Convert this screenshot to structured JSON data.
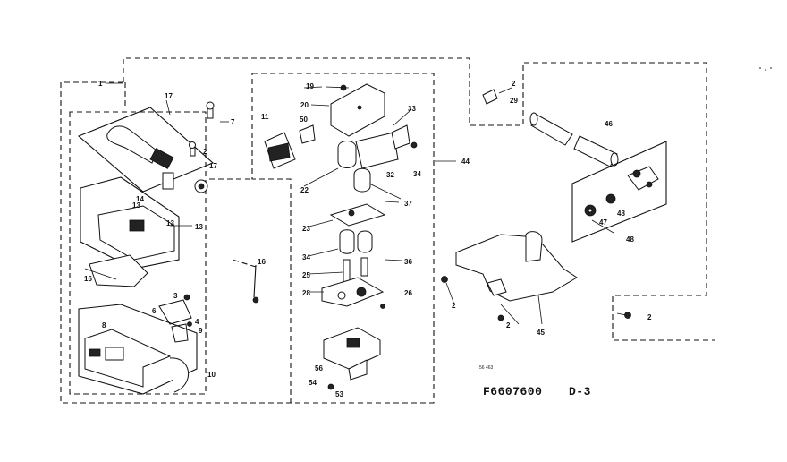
{
  "diagram": {
    "drawing_code": "F6607600",
    "sheet": "D-3",
    "small_note": "56 463",
    "callouts": [
      "1",
      "17",
      "7",
      "17",
      "11",
      "50",
      "19",
      "20",
      "33",
      "2",
      "29",
      "44",
      "46",
      "45",
      "47",
      "48",
      "48",
      "2",
      "13",
      "13",
      "13",
      "14",
      "16",
      "16",
      "3",
      "4",
      "6",
      "9",
      "8",
      "10",
      "22",
      "32",
      "34",
      "37",
      "23",
      "34",
      "25",
      "36",
      "2",
      "28",
      "26",
      "56",
      "53",
      "54",
      "2",
      "2"
    ]
  }
}
